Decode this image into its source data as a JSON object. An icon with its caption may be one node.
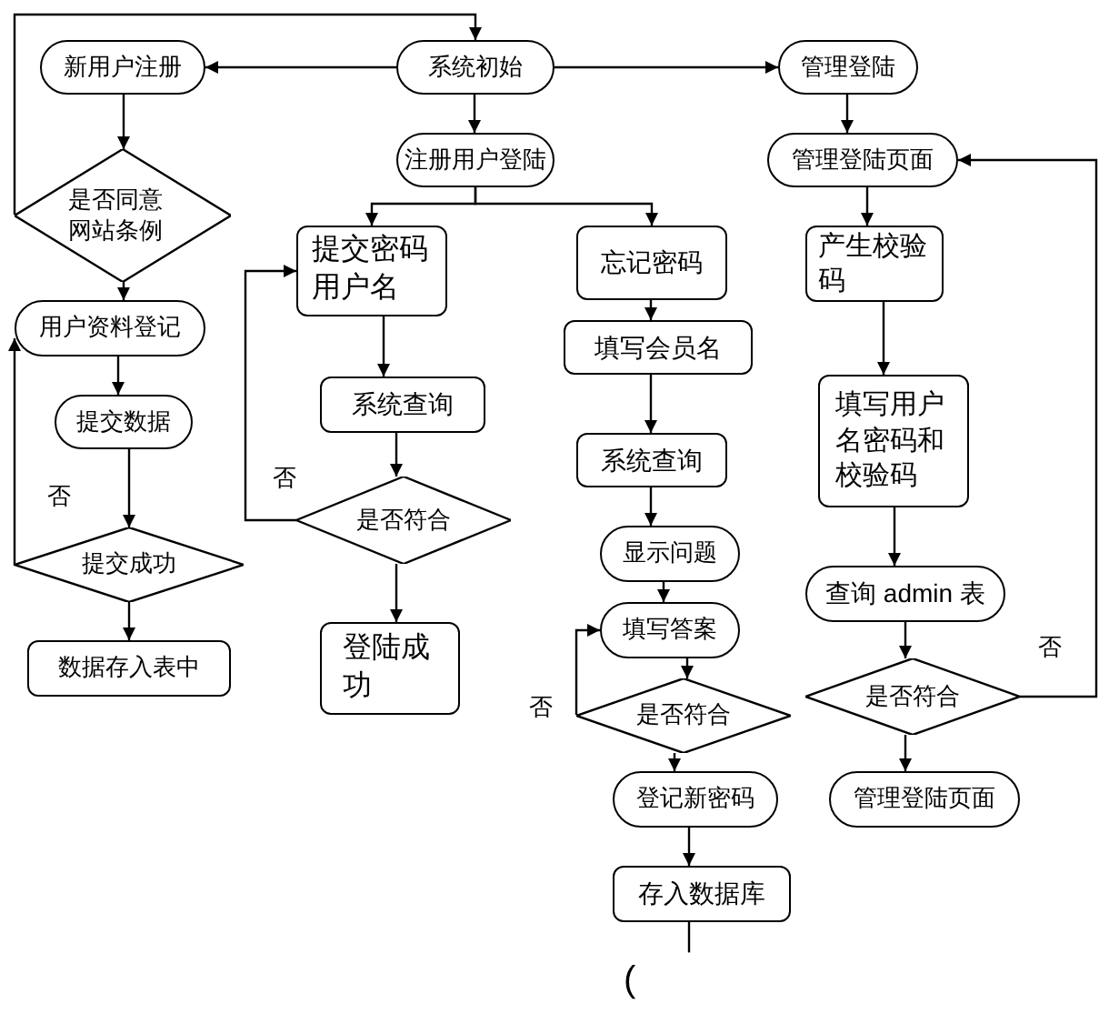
{
  "diagram": {
    "nodes": [
      {
        "text": [
          "系统初始"
        ]
      },
      {
        "text": [
          "新用户注册"
        ]
      },
      {
        "text": [
          "管理登陆"
        ]
      },
      {
        "text": [
          "是否同意网站条例"
        ]
      },
      {
        "text": [
          "注册用户登陆"
        ]
      },
      {
        "text": [
          "管理登陆页面"
        ]
      },
      {
        "text": [
          "提交密码用户名"
        ]
      },
      {
        "text": [
          "忘记密码"
        ]
      },
      {
        "text": [
          "产生校验码"
        ]
      },
      {
        "text": [
          "用户资料登记"
        ]
      },
      {
        "text": [
          "填写会员名"
        ]
      },
      {
        "text": [
          "提交数据"
        ]
      },
      {
        "text": [
          "系统查询"
        ]
      },
      {
        "text": [
          "填写用户名密码和校验码"
        ]
      },
      {
        "text": [
          "系统查询"
        ]
      },
      {
        "text": [
          "是否符合"
        ]
      },
      {
        "text": [
          "提交成功"
        ]
      },
      {
        "text": [
          "显示问题"
        ]
      },
      {
        "text": [
          "数据存入表中"
        ]
      },
      {
        "text": [
          "登陆成功"
        ]
      },
      {
        "text": [
          "查询 admin 表"
        ]
      },
      {
        "text": [
          "填写答案"
        ]
      },
      {
        "text": [
          "是否符合"
        ]
      },
      {
        "text": [
          "是否符合"
        ]
      },
      {
        "text": [
          "登记新密码"
        ]
      },
      {
        "text": [
          "管理登陆页面"
        ]
      },
      {
        "text": [
          "存入数据库"
        ]
      }
    ],
    "edges": [
      {
        "from": 0,
        "to": 1,
        "arrow": "to"
      },
      {
        "from": 0,
        "to": 2,
        "arrow": "to"
      },
      {
        "from": 0,
        "to": 4,
        "arrow": "to"
      },
      {
        "from": 1,
        "to": 3,
        "arrow": "to"
      },
      {
        "from": 3,
        "to": 0,
        "arrow": "to"
      },
      {
        "from": 3,
        "to": 9,
        "arrow": "to"
      },
      {
        "from": 4,
        "to": 6,
        "arrow": "to"
      },
      {
        "from": 4,
        "to": 7,
        "arrow": "to"
      },
      {
        "from": 2,
        "to": 5,
        "arrow": "to"
      },
      {
        "from": 5,
        "to": 8,
        "arrow": "to"
      },
      {
        "from": 6,
        "to": 12,
        "arrow": "to"
      },
      {
        "from": 12,
        "to": 15,
        "arrow": "to"
      },
      {
        "from": 15,
        "to": 6,
        "arrow": "to"
      },
      {
        "from": 15,
        "to": 19,
        "arrow": "to"
      },
      {
        "from": 9,
        "to": 11,
        "arrow": "to"
      },
      {
        "from": 11,
        "to": 16,
        "arrow": "to"
      },
      {
        "from": 16,
        "to": 9,
        "arrow": "to"
      },
      {
        "from": 16,
        "to": 18,
        "arrow": "to"
      },
      {
        "from": 7,
        "to": 10,
        "arrow": "to"
      },
      {
        "from": 10,
        "to": 14,
        "arrow": "to"
      },
      {
        "from": 14,
        "to": 17,
        "arrow": "to"
      },
      {
        "from": 17,
        "to": 21,
        "arrow": "to"
      },
      {
        "from": 21,
        "to": 22,
        "arrow": "to"
      },
      {
        "from": 22,
        "to": 21,
        "arrow": "to"
      },
      {
        "from": 22,
        "to": 24,
        "arrow": "to"
      },
      {
        "from": 24,
        "to": 26,
        "arrow": "to"
      },
      {
        "from": 26,
        "to": null,
        "arrow": "none"
      },
      {
        "from": 8,
        "to": 13,
        "arrow": "to"
      },
      {
        "from": 13,
        "to": 20,
        "arrow": "to"
      },
      {
        "from": 20,
        "to": 23,
        "arrow": "to"
      },
      {
        "from": 23,
        "to": 5,
        "arrow": "to"
      },
      {
        "from": 23,
        "to": 25,
        "arrow": "to"
      }
    ],
    "labels": [
      "否",
      "否",
      "否",
      "否",
      "("
    ]
  }
}
